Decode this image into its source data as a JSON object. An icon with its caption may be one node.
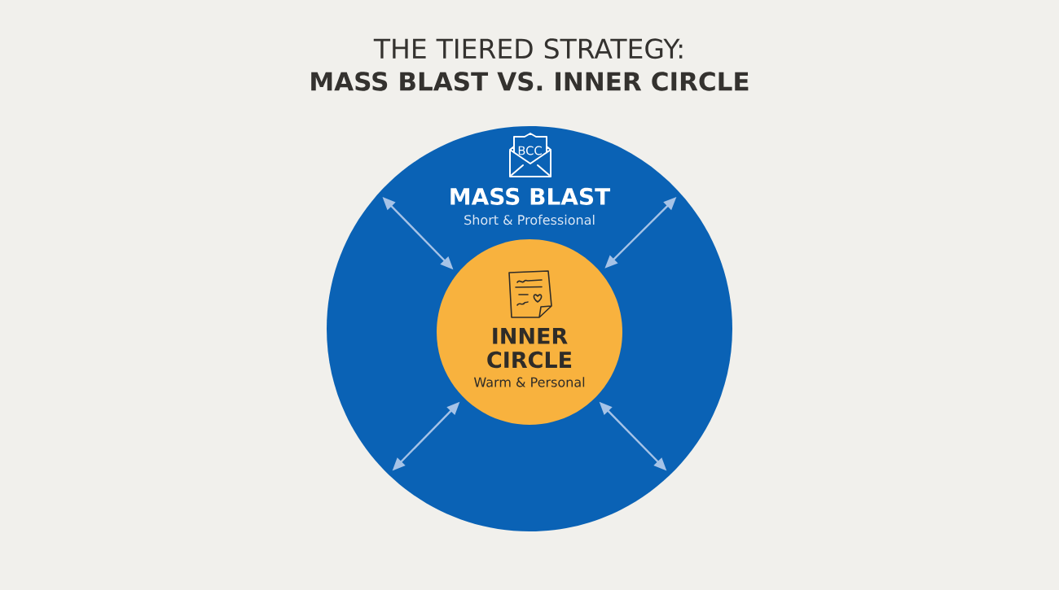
{
  "diagram": {
    "title": "THE TIERED STRATEGY: **MASS BLAST VS. INNER CIRCLE**",
    "nodes": [
      {
        "text": [
          "MASS BLAST",
          "Short & Professional"
        ]
      },
      {
        "text": [
          "INNER CIRCLE",
          "Warm & Personal"
        ],
        "in": 0
      }
    ],
    "edges": [
      {
        "from": 0,
        "to": 1,
        "arrow": "both"
      },
      {
        "from": 0,
        "to": 1,
        "arrow": "both"
      },
      {
        "from": 0,
        "to": 1,
        "arrow": "both"
      },
      {
        "from": 0,
        "to": 1,
        "arrow": "both"
      }
    ],
    "labels": [
      "BCC"
    ]
  }
}
